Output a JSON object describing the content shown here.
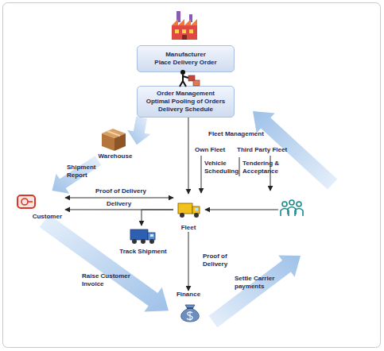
{
  "diagram": {
    "nodes": [
      {
        "text": [
          "Manufacturer",
          "Place Delivery Order"
        ]
      },
      {
        "text": [
          "Order Management",
          "Optimal Pooling of Orders",
          "Delivery Schedule"
        ]
      },
      {
        "text": [
          "Warehouse"
        ]
      },
      {
        "text": [
          "Customer"
        ]
      },
      {
        "text": [
          "Fleet"
        ]
      },
      {
        "text": [
          "Track Shipment"
        ]
      },
      {
        "text": [
          "Finance"
        ]
      }
    ],
    "edges": [
      {
        "from": 1,
        "to": 2,
        "arrow": "to"
      },
      {
        "from": 2,
        "to": 3,
        "label": "Shipment Report",
        "arrow": "to"
      },
      {
        "from": 1,
        "to": 4,
        "arrow": "to"
      },
      {
        "from": 3,
        "to": 4,
        "label": "Proof of Delivery",
        "arrow": "both"
      },
      {
        "from": 4,
        "to": 3,
        "label": "Delivery",
        "arrow": "to"
      },
      {
        "from": 4,
        "to": 5,
        "arrow": "to"
      },
      {
        "from": 4,
        "to": 6,
        "label": "Proof of Delivery",
        "arrow": "to"
      },
      {
        "from": 3,
        "to": 6,
        "label": "Raise Customer Invoice",
        "arrow": "to"
      }
    ],
    "labels": [
      "Fleet Management",
      "Own Fleet",
      "Third Party Fleet",
      "Vehicle Scheduling",
      "Tendering & Acceptance",
      "Settle Carrier payments"
    ]
  }
}
